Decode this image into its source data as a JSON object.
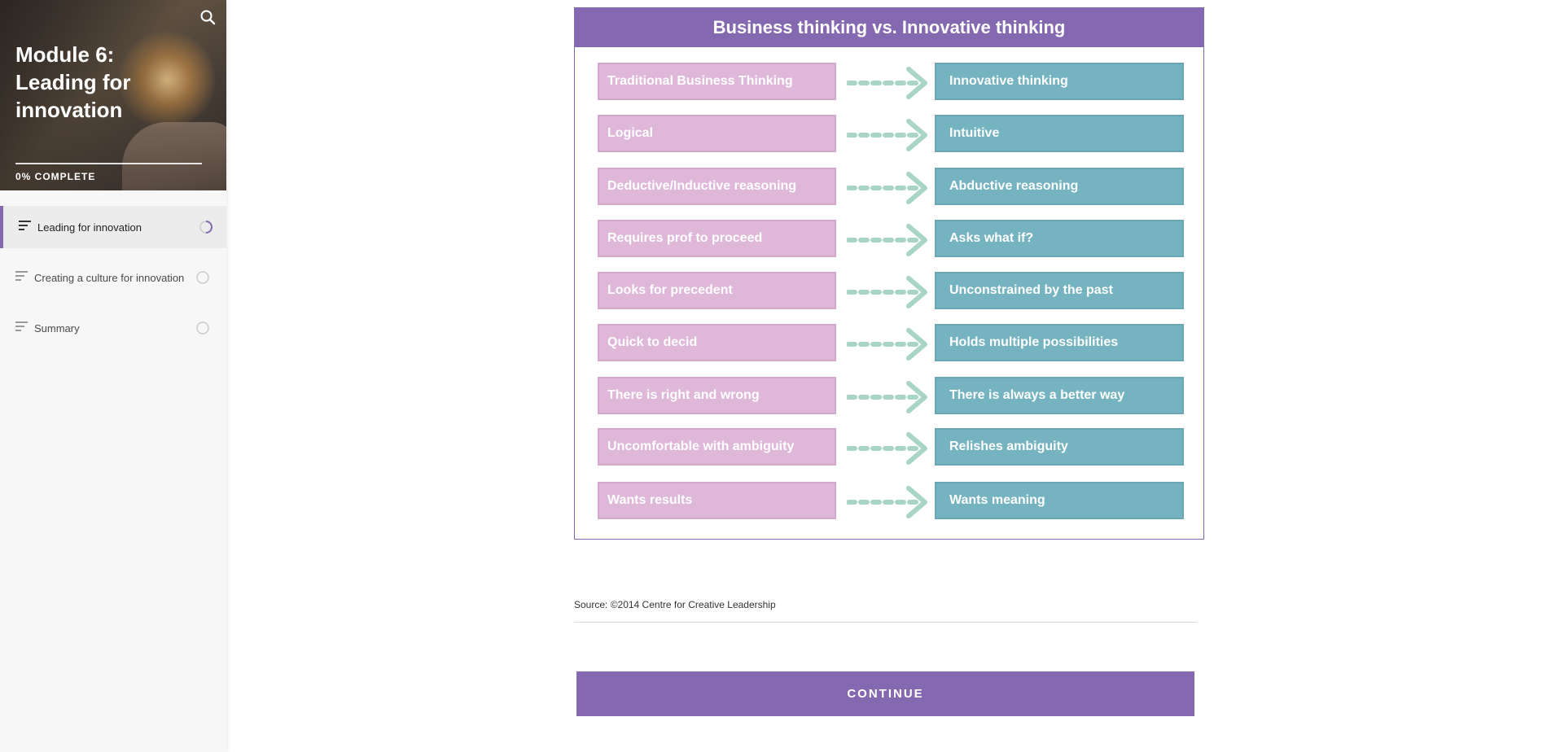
{
  "sidebar": {
    "module_title": "Module 6: Leading for innovation",
    "progress_label": "0% COMPLETE",
    "progress_percent": 0,
    "items": [
      {
        "label": "Leading for innovation",
        "status": "in-progress"
      },
      {
        "label": "Creating a culture for innovation",
        "status": "not-started"
      },
      {
        "label": "Summary",
        "status": "not-started"
      }
    ]
  },
  "infographic": {
    "title": "Business thinking vs. Innovative thinking",
    "rows": [
      {
        "left": "Traditional Business Thinking",
        "right": "Innovative thinking"
      },
      {
        "left": "Logical",
        "right": "Intuitive"
      },
      {
        "left": "Deductive/Inductive reasoning",
        "right": "Abductive reasoning"
      },
      {
        "left": "Requires prof to proceed",
        "right": "Asks what if?"
      },
      {
        "left": "Looks for precedent",
        "right": "Unconstrained by the past"
      },
      {
        "left": "Quick to decid",
        "right": "Holds multiple possibilities"
      },
      {
        "left": "There is right and wrong",
        "right": "There is always a better way"
      },
      {
        "left": "Uncomfortable with ambiguity",
        "right": "Relishes ambiguity"
      },
      {
        "left": "Wants results",
        "right": "Wants meaning"
      }
    ]
  },
  "source": "Source: ©2014 Centre for Creative Leadership",
  "continue_label": "CONTINUE",
  "colors": {
    "accent": "#8569b0",
    "left_cell": "#dfb7d9",
    "right_cell": "#74b3bf",
    "arrow": "#a8d5c8"
  },
  "icons": {
    "search": "search-icon",
    "nav": "lines-icon",
    "status_in_progress": "progress-ring-icon",
    "status_not_started": "empty-circle-icon"
  }
}
